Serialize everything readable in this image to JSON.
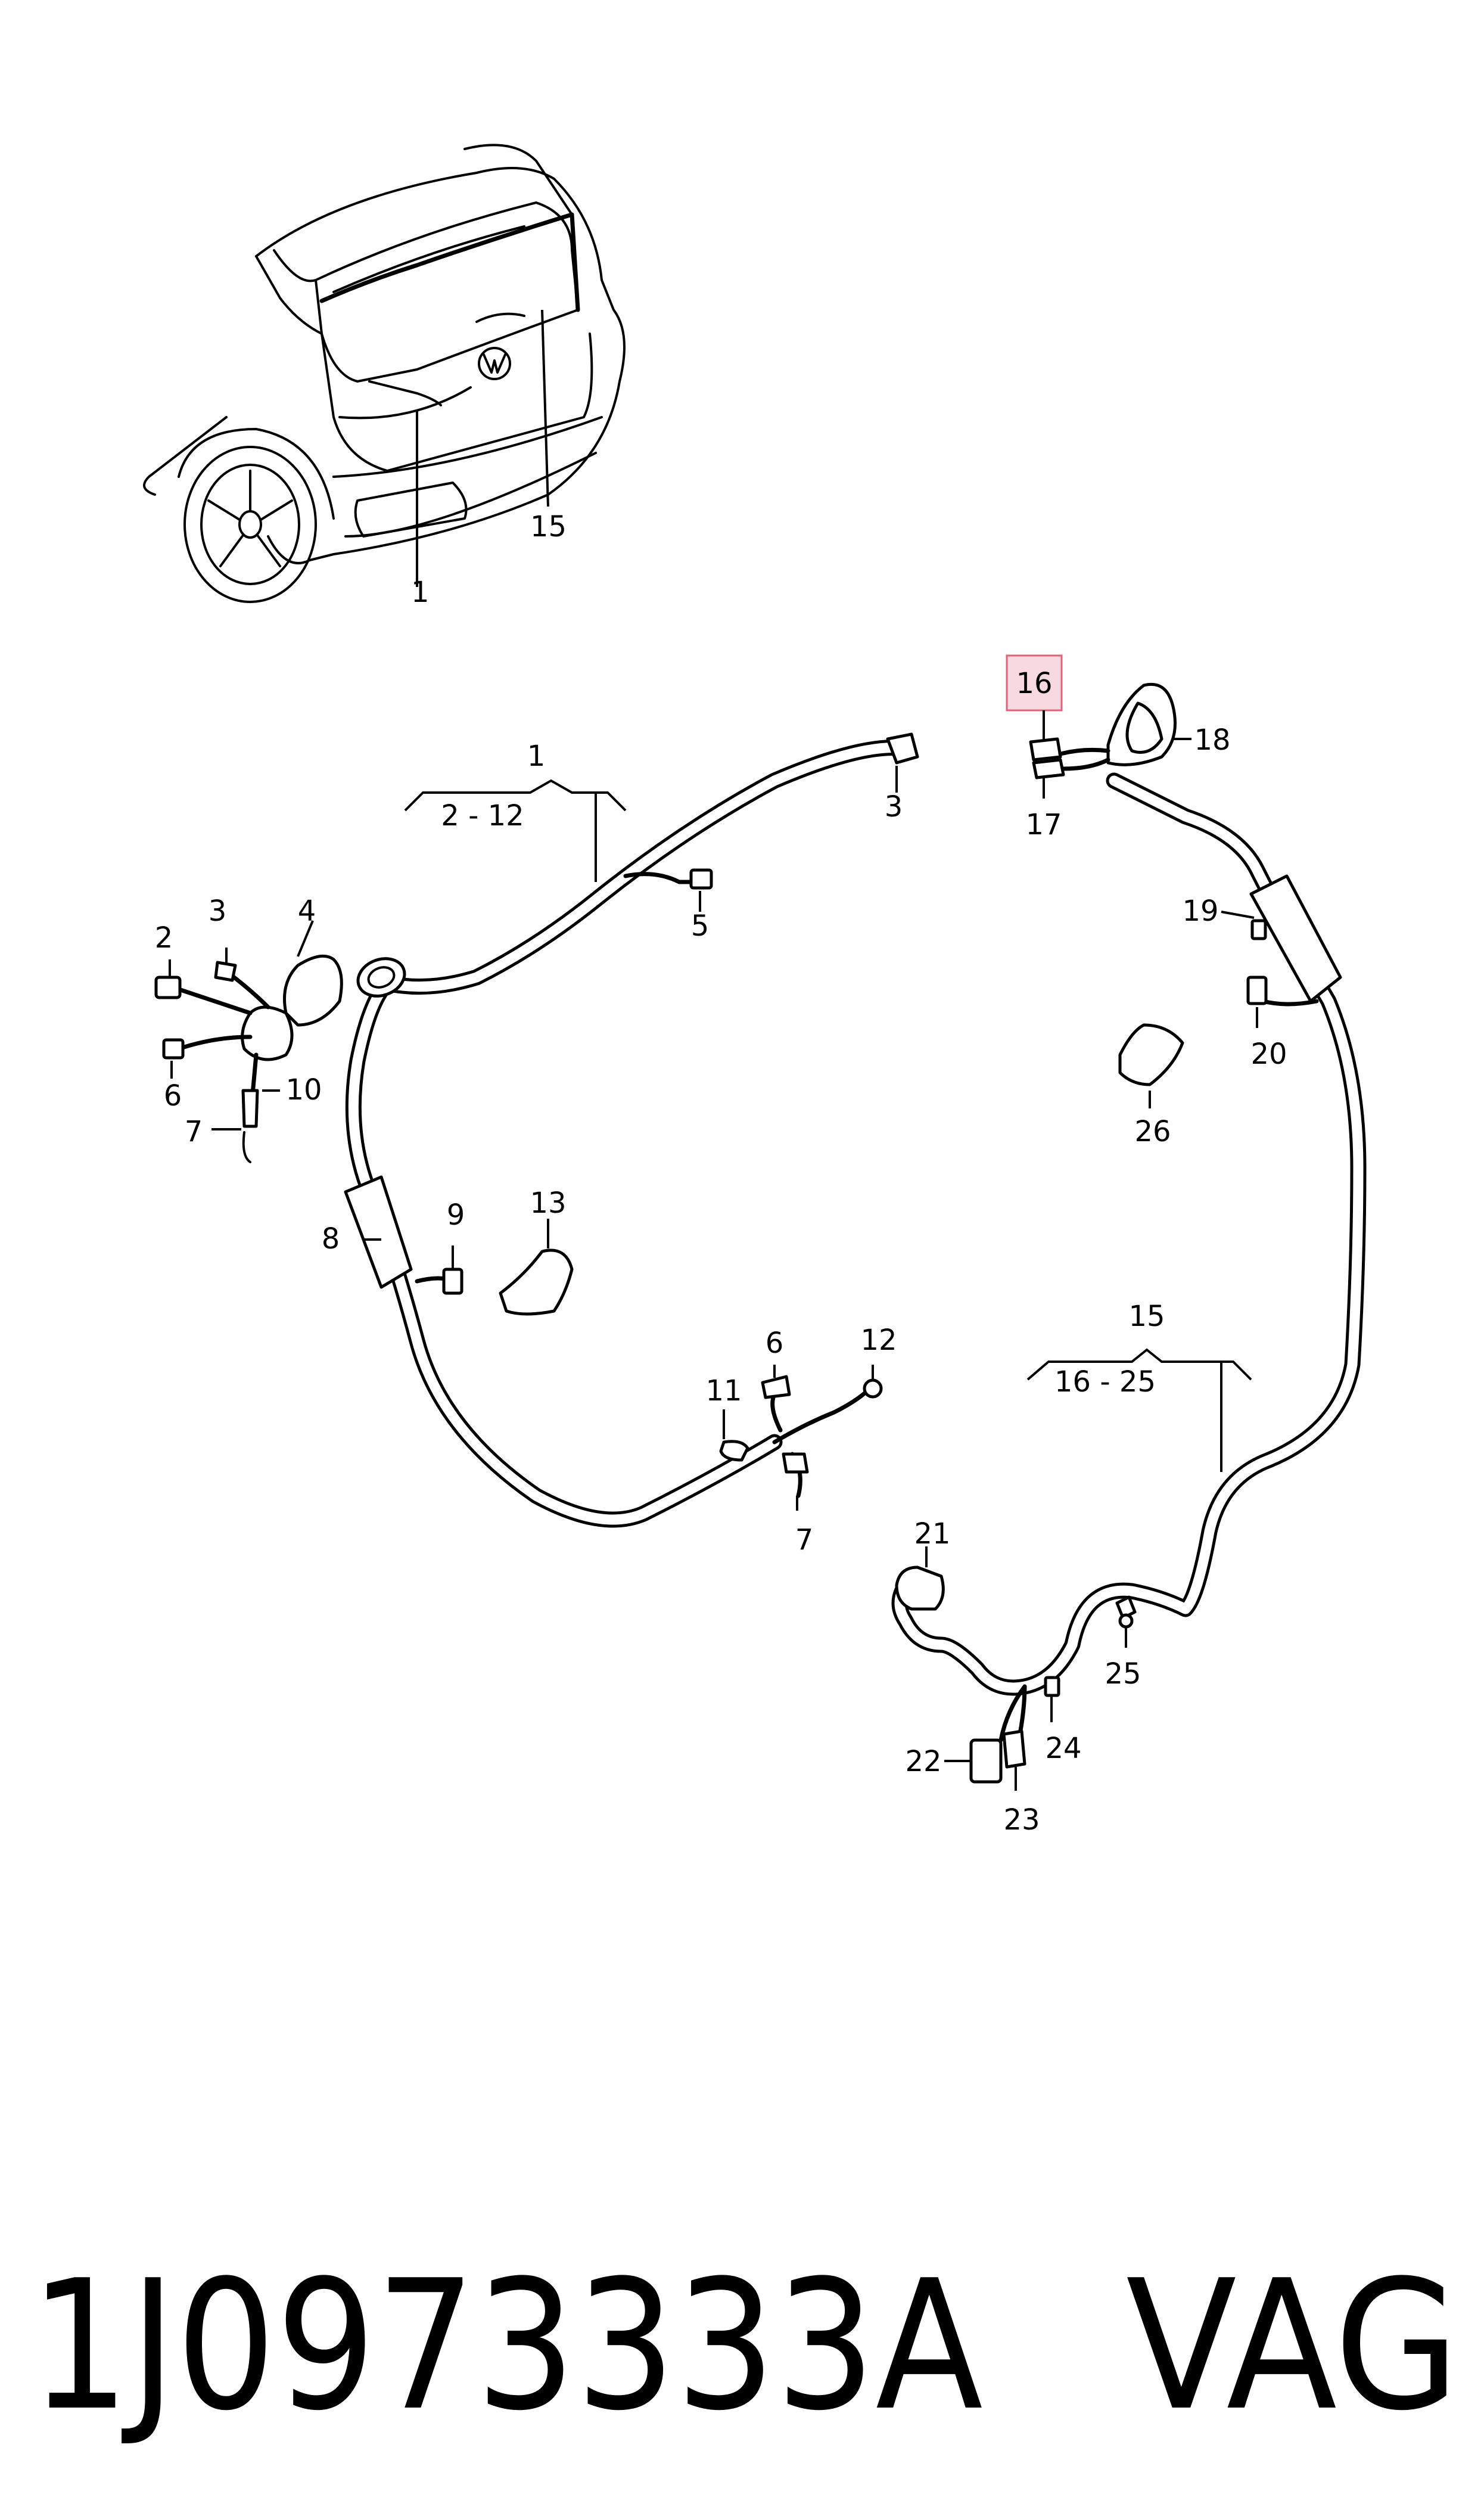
{
  "callouts": {
    "c1_car": "1",
    "c15_car": "15",
    "c1_group": "1",
    "c2_12_range": "2 - 12",
    "c3_top": "3",
    "c5": "5",
    "c2": "2",
    "c3_left": "3",
    "c4": "4",
    "c6_left": "6",
    "c10": "10",
    "c7_left": "7",
    "c8": "8",
    "c9": "9",
    "c13": "13",
    "c6_mid": "6",
    "c12": "12",
    "c11": "11",
    "c7_mid": "7",
    "c16": "16",
    "c18": "18",
    "c17": "17",
    "c19": "19",
    "c20": "20",
    "c26": "26",
    "c15_group": "15",
    "c16_25_range": "16 - 25",
    "c21": "21",
    "c25": "25",
    "c24": "24",
    "c22": "22",
    "c23": "23"
  },
  "footer": {
    "part_number": "1J0973333A",
    "brand": "VAG"
  },
  "colors": {
    "highlight_fill": "#f7d9df",
    "highlight_stroke": "#e0627a",
    "line": "#000000"
  }
}
